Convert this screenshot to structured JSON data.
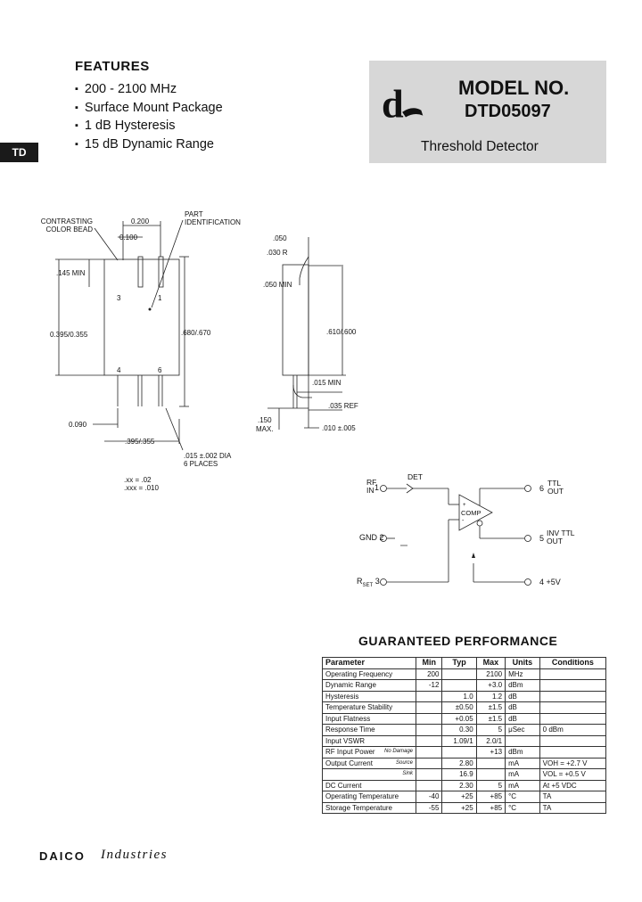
{
  "features": {
    "title": "FEATURES",
    "items": [
      "200 - 2100 MHz",
      "Surface Mount Package",
      "1 dB Hysteresis",
      "15 dB Dynamic Range"
    ]
  },
  "tab": {
    "label": "TD"
  },
  "model": {
    "title": "MODEL NO.",
    "number": "DTD05097",
    "description": "Threshold Detector"
  },
  "drawing": {
    "contrasting_color_bead": [
      "CONTRASTING",
      "COLOR BEAD"
    ],
    "part_identification": [
      "PART",
      "IDENTIFICATION"
    ],
    "dims": {
      "d0200": "0.200",
      "d0100": "0.100",
      "d145min": ".145 MIN",
      "d0395": "0.395/0.355",
      "d680": ".680/.670",
      "d610": ".610/.600",
      "d0090": "0.090",
      "d395b": ".395/.355",
      "dia": ".015 ±.002 DIA",
      "places": "6 PLACES",
      "d050": ".050",
      "d030r": ".030 R",
      "d050min": ".050 MIN",
      "d015min": ".015 MIN",
      "d035ref": ".035 REF",
      "d150": ".150",
      "max": "MAX.",
      "d010": ".010 ±.005"
    },
    "pins": [
      "3",
      "1",
      "4",
      "6"
    ],
    "tolerance": [
      ".xx = .02",
      ".xxx = .010"
    ]
  },
  "schematic": {
    "rf_in": [
      "RF",
      "IN"
    ],
    "pin1": "1",
    "det": "DET",
    "gnd": "GND 2",
    "rset_r": "R",
    "rset_sub": "SET",
    "rset_pin": "3",
    "comp": "COMP",
    "plus": "+",
    "minus": "-",
    "ttl_pin": "6",
    "ttl": [
      "TTL",
      "OUT"
    ],
    "inv_pin": "5",
    "inv": [
      "INV TTL",
      "OUT"
    ],
    "vcc": "4 +5V"
  },
  "performance": {
    "title": "GUARANTEED PERFORMANCE",
    "headers": [
      "Parameter",
      "Min",
      "Typ",
      "Max",
      "Units",
      "Conditions"
    ],
    "rows": [
      {
        "param": "Operating Frequency",
        "sub": "",
        "min": "200",
        "typ": "",
        "max": "2100",
        "units": "MHz",
        "cond": ""
      },
      {
        "param": "Dynamic Range",
        "sub": "",
        "min": "-12",
        "typ": "",
        "max": "+3.0",
        "units": "dBm",
        "cond": ""
      },
      {
        "param": "Hysteresis",
        "sub": "",
        "min": "",
        "typ": "1.0",
        "max": "1.2",
        "units": "dB",
        "cond": ""
      },
      {
        "param": "Temperature Stability",
        "sub": "",
        "min": "",
        "typ": "±0.50",
        "max": "±1.5",
        "units": "dB",
        "cond": ""
      },
      {
        "param": "Input Flatness",
        "sub": "",
        "min": "",
        "typ": "+0.05",
        "max": "±1.5",
        "units": "dB",
        "cond": ""
      },
      {
        "param": "Response Time",
        "sub": "",
        "min": "",
        "typ": "0.30",
        "max": "5",
        "units": "μSec",
        "cond": "0 dBm"
      },
      {
        "param": "Input VSWR",
        "sub": "",
        "min": "",
        "typ": "1.09/1",
        "max": "2.0/1",
        "units": "",
        "cond": ""
      },
      {
        "param": "RF Input Power",
        "sub": "No Damage",
        "min": "",
        "typ": "",
        "max": "+13",
        "units": "dBm",
        "cond": ""
      },
      {
        "param": "Output Current",
        "sub": "Source",
        "min": "",
        "typ": "2.80",
        "max": "",
        "units": "mA",
        "cond": "VOH = +2.7 V"
      },
      {
        "param": "",
        "sub": "Sink",
        "min": "",
        "typ": "16.9",
        "max": "",
        "units": "mA",
        "cond": "VOL = +0.5 V"
      },
      {
        "param": "DC Current",
        "sub": "",
        "min": "",
        "typ": "2.30",
        "max": "5",
        "units": "mA",
        "cond": "At +5 VDC"
      },
      {
        "param": "Operating Temperature",
        "sub": "",
        "min": "-40",
        "typ": "+25",
        "max": "+85",
        "units": "°C",
        "cond": "TA"
      },
      {
        "param": "Storage Temperature",
        "sub": "",
        "min": "-55",
        "typ": "+25",
        "max": "+85",
        "units": "°C",
        "cond": "TA"
      }
    ]
  },
  "footer": {
    "brand": "DAICO",
    "brand2": "Industries"
  }
}
